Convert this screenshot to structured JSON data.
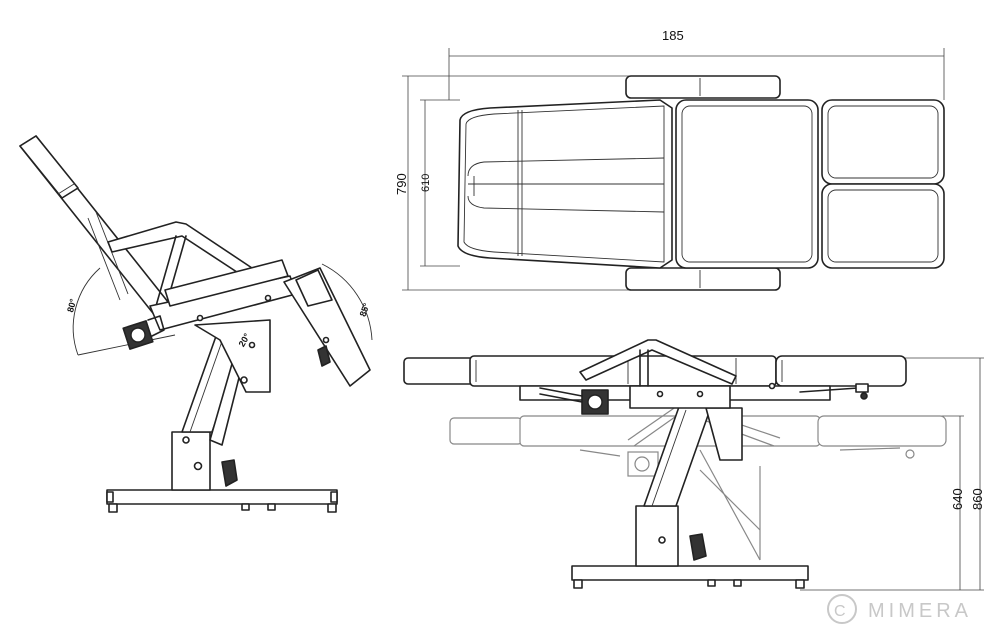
{
  "dimensions": {
    "top_width": "185",
    "top_depth_outer": "790",
    "top_depth_inner": "610",
    "height_low": "640",
    "height_high": "860"
  },
  "angles": {
    "backrest": "80°",
    "seat": "20°",
    "legrest": "85°"
  },
  "watermark": {
    "symbol": "C",
    "text": "MIMERA"
  }
}
